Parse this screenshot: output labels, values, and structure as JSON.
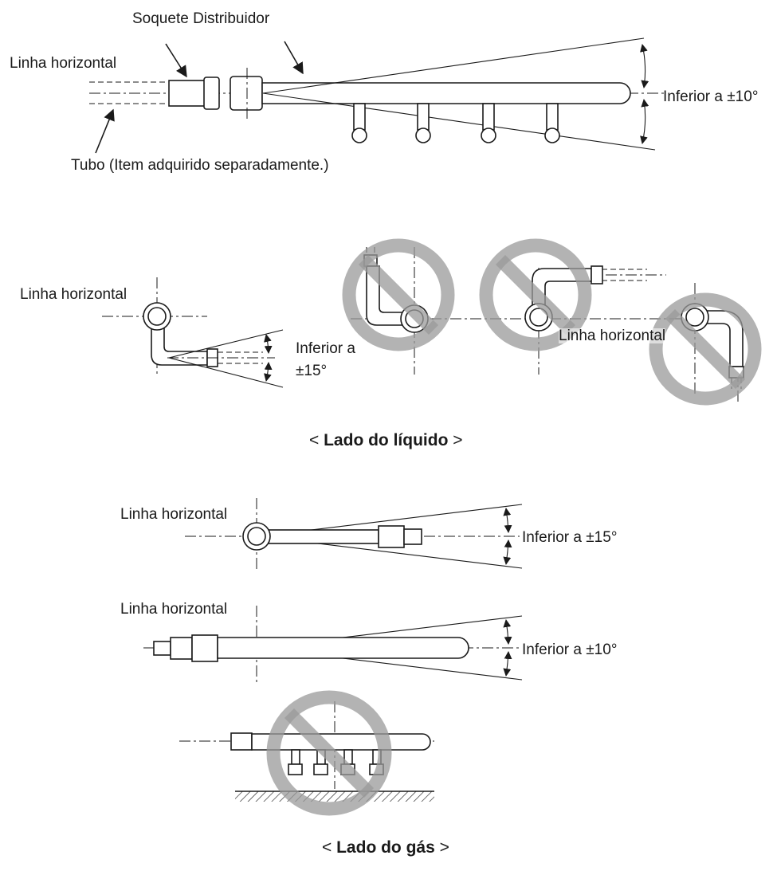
{
  "top": {
    "distributor_label": "Soquete Distribuidor",
    "horizontal_label": "Linha horizontal",
    "pipe_label": "Tubo (Item adquirido separadamente.)",
    "angle_label": "Inferior a ±10°"
  },
  "liquid": {
    "horizontal_label_left": "Linha horizontal",
    "angle_label_line1": "Inferior a",
    "angle_label_line2": "±15°",
    "horizontal_label_right": "Linha horizontal",
    "caption_left": "< ",
    "caption_bold": "Lado do líquido",
    "caption_right": " >"
  },
  "gas": {
    "horizontal_label_1": "Linha horizontal",
    "angle_label_1": "Inferior a ±15°",
    "horizontal_label_2": "Linha horizontal",
    "angle_label_2": "Inferior a ±10°",
    "caption_left": "< ",
    "caption_bold": "Lado do gás",
    "caption_right": " >"
  },
  "colors": {
    "line": "#1a1a1a",
    "prohibition": "#9a9a9a",
    "background": "#ffffff"
  }
}
